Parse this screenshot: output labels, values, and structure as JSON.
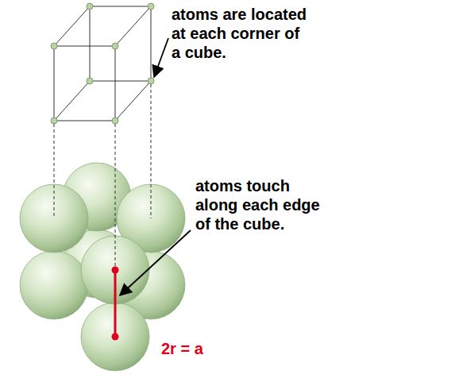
{
  "diagram": {
    "labels": [
      "atoms are located at each corner of a cube.",
      "atoms touch along each edge of the cube.",
      "2r = a"
    ]
  }
}
